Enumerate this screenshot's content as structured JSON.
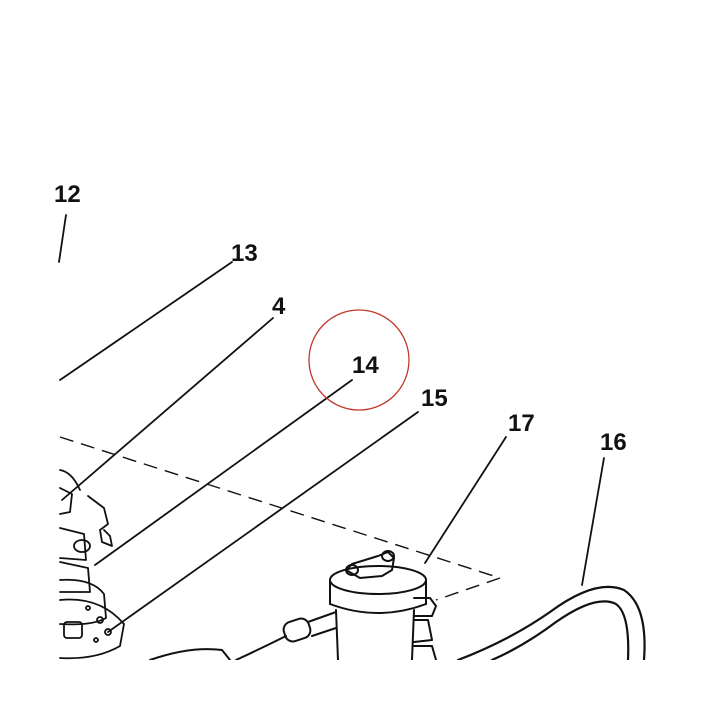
{
  "callouts": {
    "c12": "12",
    "c13": "13",
    "c4": "4",
    "c14": "14",
    "c15": "15",
    "c17": "17",
    "c16": "16"
  },
  "highlight": {
    "target": "14",
    "color": "#c0392b"
  },
  "colors": {
    "ink": "#111111",
    "background": "#ffffff"
  }
}
